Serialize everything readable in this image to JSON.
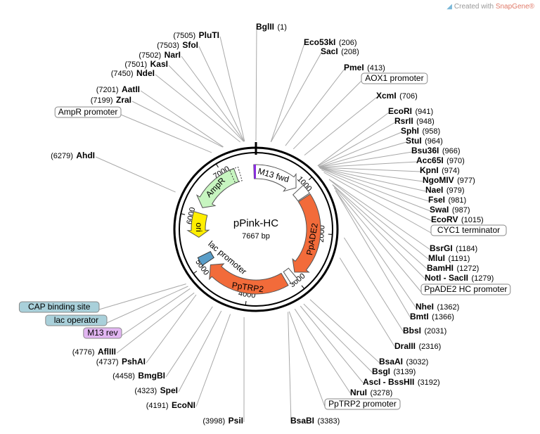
{
  "credit": {
    "prefix": "Created with",
    "brand": "SnapGene®"
  },
  "plasmid": {
    "name": "pPink-HC",
    "length": "7667 bp"
  },
  "ruler": [
    "1000",
    "2000",
    "3000",
    "4000",
    "5000",
    "6000",
    "7000"
  ],
  "features": [
    {
      "label": "M13 fwd",
      "color": "#ffffff"
    },
    {
      "label": "PpADE2",
      "color": "#f26b3a"
    },
    {
      "label": "PpTRP2",
      "color": "#f26b3a"
    },
    {
      "label": "lac promoter",
      "color": "#ffffff"
    },
    {
      "label": "ori",
      "color": "#ffee00"
    },
    {
      "label": "AmpR",
      "color": "#c7f5c0"
    }
  ],
  "sites": [
    {
      "name": "BglII",
      "pos": "(1)"
    },
    {
      "name": "Eco53kI",
      "pos": "(206)"
    },
    {
      "name": "SacI",
      "pos": "(208)"
    },
    {
      "name": "PmeI",
      "pos": "(413)"
    },
    {
      "name": "AOX1 promoter",
      "boxed": true
    },
    {
      "name": "XcmI",
      "pos": "(706)"
    },
    {
      "name": "EcoRI",
      "pos": "(941)"
    },
    {
      "name": "RsrII",
      "pos": "(948)"
    },
    {
      "name": "SphI",
      "pos": "(958)"
    },
    {
      "name": "StuI",
      "pos": "(964)"
    },
    {
      "name": "Bsu36I",
      "pos": "(966)"
    },
    {
      "name": "Acc65I",
      "pos": "(970)"
    },
    {
      "name": "KpnI",
      "pos": "(974)"
    },
    {
      "name": "NgoMIV",
      "pos": "(977)"
    },
    {
      "name": "NaeI",
      "pos": "(979)"
    },
    {
      "name": "FseI",
      "pos": "(981)"
    },
    {
      "name": "SwaI",
      "pos": "(987)"
    },
    {
      "name": "EcoRV",
      "pos": "(1015)"
    },
    {
      "name": "CYC1 terminator",
      "boxed": true
    },
    {
      "name": "BsrGI",
      "pos": "(1184)"
    },
    {
      "name": "MluI",
      "pos": "(1191)"
    },
    {
      "name": "BamHI",
      "pos": "(1272)"
    },
    {
      "name": "NotI - SacII",
      "pos": "(1279)"
    },
    {
      "name": "PpADE2 HC promoter",
      "boxed": true
    },
    {
      "name": "NheI",
      "pos": "(1362)"
    },
    {
      "name": "BmtI",
      "pos": "(1366)"
    },
    {
      "name": "BbsI",
      "pos": "(2031)"
    },
    {
      "name": "DraIII",
      "pos": "(2316)"
    },
    {
      "name": "BsaAI",
      "pos": "(3032)"
    },
    {
      "name": "BsgI",
      "pos": "(3139)"
    },
    {
      "name": "AscI - BssHII",
      "pos": "(3192)"
    },
    {
      "name": "NruI",
      "pos": "(3278)"
    },
    {
      "name": "PpTRP2 promoter",
      "boxed": true
    },
    {
      "name": "BsaBI",
      "pos": "(3383)"
    },
    {
      "name": "PsiI",
      "pos": "(3998)"
    },
    {
      "name": "EcoNI",
      "pos": "(4191)"
    },
    {
      "name": "SpeI",
      "pos": "(4323)"
    },
    {
      "name": "BmgBI",
      "pos": "(4458)"
    },
    {
      "name": "PshAI",
      "pos": "(4737)"
    },
    {
      "name": "AflIII",
      "pos": "(4776)"
    },
    {
      "name": "M13 rev",
      "boxed": true,
      "fill": "#e2b6f2"
    },
    {
      "name": "lac operator",
      "boxed": true,
      "fill": "#a9d0da"
    },
    {
      "name": "CAP binding site",
      "boxed": true,
      "fill": "#a9d0da"
    },
    {
      "name": "AhdI",
      "pos": "(6279)"
    },
    {
      "name": "AmpR promoter",
      "boxed": true
    },
    {
      "name": "ZraI",
      "pos": "(7199)"
    },
    {
      "name": "AatII",
      "pos": "(7201)"
    },
    {
      "name": "NdeI",
      "pos": "(7450)"
    },
    {
      "name": "KasI",
      "pos": "(7501)"
    },
    {
      "name": "NarI",
      "pos": "(7502)"
    },
    {
      "name": "SfoI",
      "pos": "(7503)"
    },
    {
      "name": "PluTI",
      "pos": "(7505)"
    }
  ]
}
